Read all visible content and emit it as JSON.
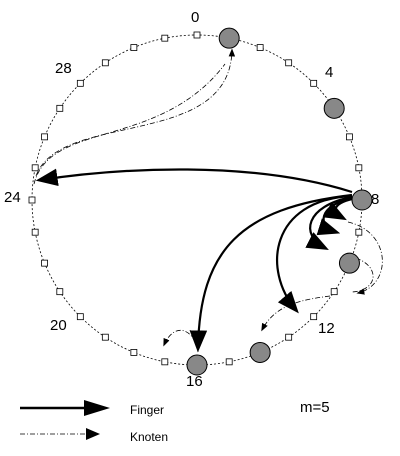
{
  "diagram": {
    "ring_bits": 5,
    "ring_slots": 32,
    "parameter_label": "m=5",
    "node_labels": [
      {
        "id": 0,
        "text": "0"
      },
      {
        "id": 4,
        "text": "4"
      },
      {
        "id": 8,
        "text": "8"
      },
      {
        "id": 12,
        "text": "12"
      },
      {
        "id": 16,
        "text": "16"
      },
      {
        "id": 20,
        "text": "20"
      },
      {
        "id": 24,
        "text": "24"
      },
      {
        "id": 28,
        "text": "28"
      }
    ],
    "occupied_nodes": [
      1,
      5,
      8,
      10,
      14,
      16
    ],
    "finger_arrows": [
      {
        "from": 8,
        "to": 24
      },
      {
        "from": 8,
        "to": 16
      },
      {
        "from": 8,
        "to": 14
      },
      {
        "from": 8,
        "to": 12
      },
      {
        "from": 8,
        "to": 10
      },
      {
        "from": 8,
        "to": 9
      }
    ],
    "dashed_arrows": [
      {
        "from": 24,
        "to": 1
      },
      {
        "from": 16,
        "to": 16
      },
      {
        "from": 12,
        "to": 14
      },
      {
        "from": 9,
        "to": 10
      },
      {
        "from": 10,
        "to": 10
      }
    ]
  },
  "legend": {
    "finger_label": "Finger",
    "knoten_label": "Knoten"
  }
}
